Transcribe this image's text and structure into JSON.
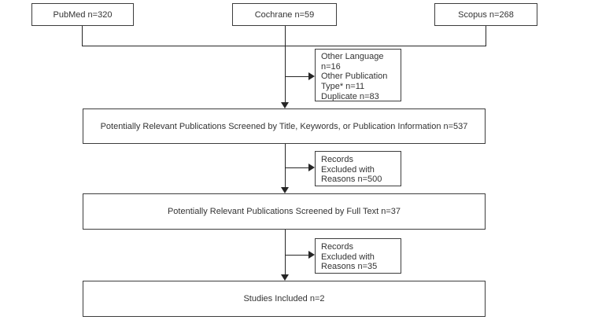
{
  "flowchart": {
    "sources": [
      {
        "id": "pubmed",
        "label": "PubMed n=320"
      },
      {
        "id": "cochrane",
        "label": "Cochrane n=59"
      },
      {
        "id": "scopus",
        "label": "Scopus n=268"
      }
    ],
    "side_boxes": [
      {
        "id": "initial-exclusions",
        "lines": [
          "Other Language",
          "n=16",
          "Other Publication",
          "Type* n=11",
          "Duplicate n=83"
        ]
      },
      {
        "id": "excluded-after-title-screen",
        "lines": [
          "Records",
          "Excluded with",
          "Reasons n=500"
        ]
      },
      {
        "id": "excluded-after-fulltext-screen",
        "lines": [
          "Records",
          "Excluded with",
          "Reasons n=35"
        ]
      }
    ],
    "main_boxes": [
      {
        "id": "title-screen",
        "label": "Potentially Relevant Publications Screened by Title, Keywords, or Publication Information n=537"
      },
      {
        "id": "fulltext-screen",
        "label": "Potentially Relevant Publications Screened by Full Text n=37"
      },
      {
        "id": "included",
        "label": "Studies Included n=2"
      }
    ],
    "colors": {
      "line": "#262626",
      "border": "#3d3d3d",
      "text": "#333333",
      "background": "#ffffff"
    }
  }
}
